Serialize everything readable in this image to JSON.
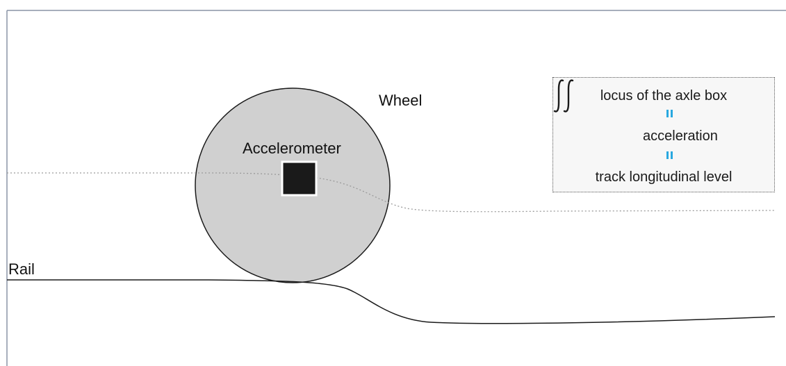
{
  "labels": {
    "wheel": "Wheel",
    "accelerometer": "Accelerometer",
    "rail": "Rail"
  },
  "legend": {
    "top": "locus of the axle box",
    "middle": "acceleration",
    "bottom": "track longitudinal level",
    "symbol": "∬"
  },
  "colors": {
    "wheel_fill": "#d0d0d0",
    "sensor_fill": "#1a1a1a",
    "equals_accent": "#29a8e0",
    "legend_bg": "#f7f7f7"
  }
}
